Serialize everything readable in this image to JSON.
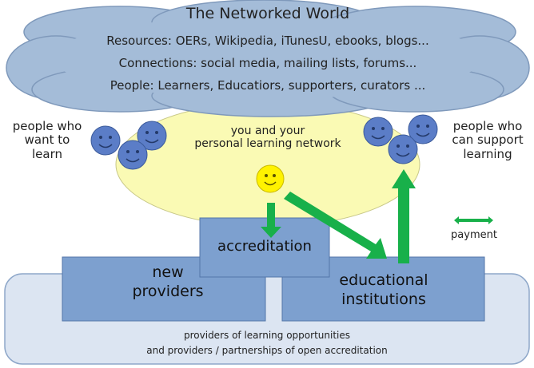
{
  "cloud": {
    "title": "The Networked World",
    "resources": "Resources: OERs, Wikipedia, iTunesU, ebooks, blogs...",
    "connections": "Connections: social media, mailing lists, forums...",
    "people": "People: Learners, Educatiors, supporters, curators ..."
  },
  "left_group": {
    "line1": "people who",
    "line2": "want to",
    "line3": "learn"
  },
  "right_group": {
    "line1": "people who",
    "line2": "can support",
    "line3": "learning"
  },
  "center": {
    "line1": "you and your",
    "line2": "personal learning network"
  },
  "boxes": {
    "accreditation": "accreditation",
    "new_providers_1": "new",
    "new_providers_2": "providers",
    "edu_1": "educational",
    "edu_2": "institutions"
  },
  "legend": {
    "payment": "payment"
  },
  "footer": {
    "line1": "providers of learning opportunities",
    "line2": "and providers / partnerships of  open accreditation"
  },
  "colors": {
    "cloud": "#a4bcd8",
    "cloud_stroke": "#7f99bb",
    "ellipse": "#fafab4",
    "face_blue": "#5b7dc7",
    "face_yellow": "#fff200",
    "box_fill": "#7da0cf",
    "base_fill": "#dce5f2",
    "arrow_green": "#18b04a"
  }
}
